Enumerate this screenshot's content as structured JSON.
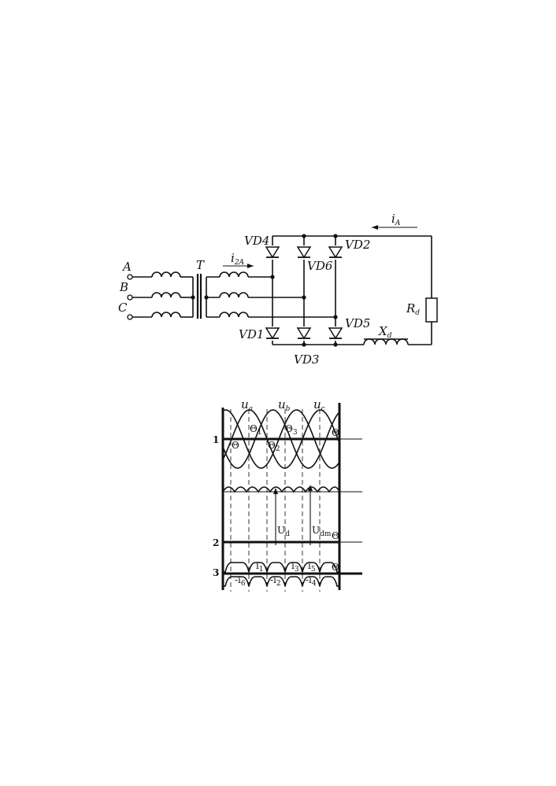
{
  "circuit": {
    "phase_labels": [
      "A",
      "B",
      "C"
    ],
    "transformer_label": "T",
    "secondary_current": {
      "main": "i",
      "sub": "2A"
    },
    "load_current": {
      "main": "i",
      "sub": "A"
    },
    "load_resistor": {
      "main": "R",
      "sub": "d"
    },
    "load_inductor": {
      "main": "X",
      "sub": "d"
    },
    "diodes": {
      "top": [
        "VD4",
        "VD6",
        "VD2"
      ],
      "bottom": [
        "VD1",
        "VD3",
        "VD5"
      ]
    }
  },
  "waveforms": {
    "phase_voltages": [
      {
        "main": "u",
        "sub": "a"
      },
      {
        "main": "u",
        "sub": "b"
      },
      {
        "main": "u",
        "sub": "c"
      }
    ],
    "theta_marks": [
      {
        "main": "Θ",
        "sub": "1"
      },
      {
        "main": "Θ",
        "sub": "2"
      },
      {
        "main": "Θ",
        "sub": "3"
      }
    ],
    "axis_marks": [
      "Θ",
      "Θ",
      "Θ",
      "Θ"
    ],
    "row_numbers": [
      "1",
      "2",
      "3"
    ],
    "dc_labels": [
      {
        "main": "U",
        "sub": "d"
      },
      {
        "main": "U",
        "sub": "dm"
      }
    ],
    "current_labels_upper": [
      {
        "main": "i",
        "sub": "1"
      },
      {
        "main": "i",
        "sub": "3"
      },
      {
        "main": "i",
        "sub": "5"
      }
    ],
    "current_labels_lower": [
      {
        "main": "-i",
        "sub": "6"
      },
      {
        "main": "-i",
        "sub": "2"
      },
      {
        "main": "-i",
        "sub": "4"
      }
    ]
  }
}
